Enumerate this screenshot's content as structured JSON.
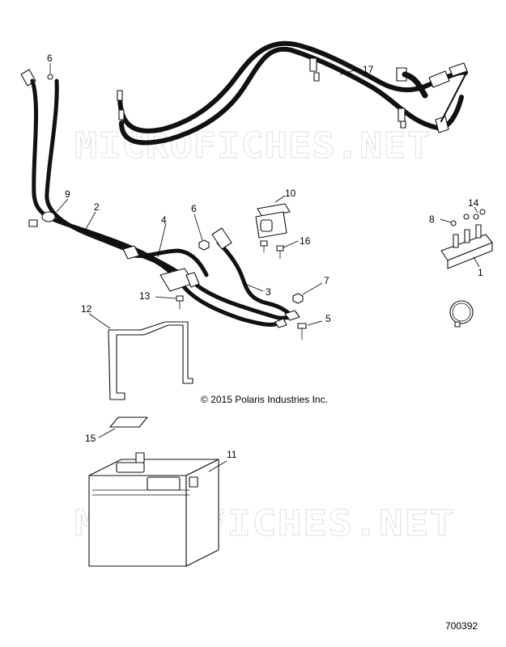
{
  "watermarks": [
    "MICROFICHES.NET",
    "MICROFICHES.NET"
  ],
  "copyright": "© 2015 Polaris Industries Inc.",
  "figure_number": "700392",
  "callouts": {
    "c1": "1",
    "c2": "2",
    "c3": "3",
    "c4": "4",
    "c5": "5",
    "c6a": "6",
    "c6b": "6",
    "c7": "7",
    "c8": "8",
    "c9": "9",
    "c10": "10",
    "c11": "11",
    "c12": "12",
    "c13": "13",
    "c14": "14",
    "c15": "15",
    "c16": "16",
    "c17": "17"
  }
}
